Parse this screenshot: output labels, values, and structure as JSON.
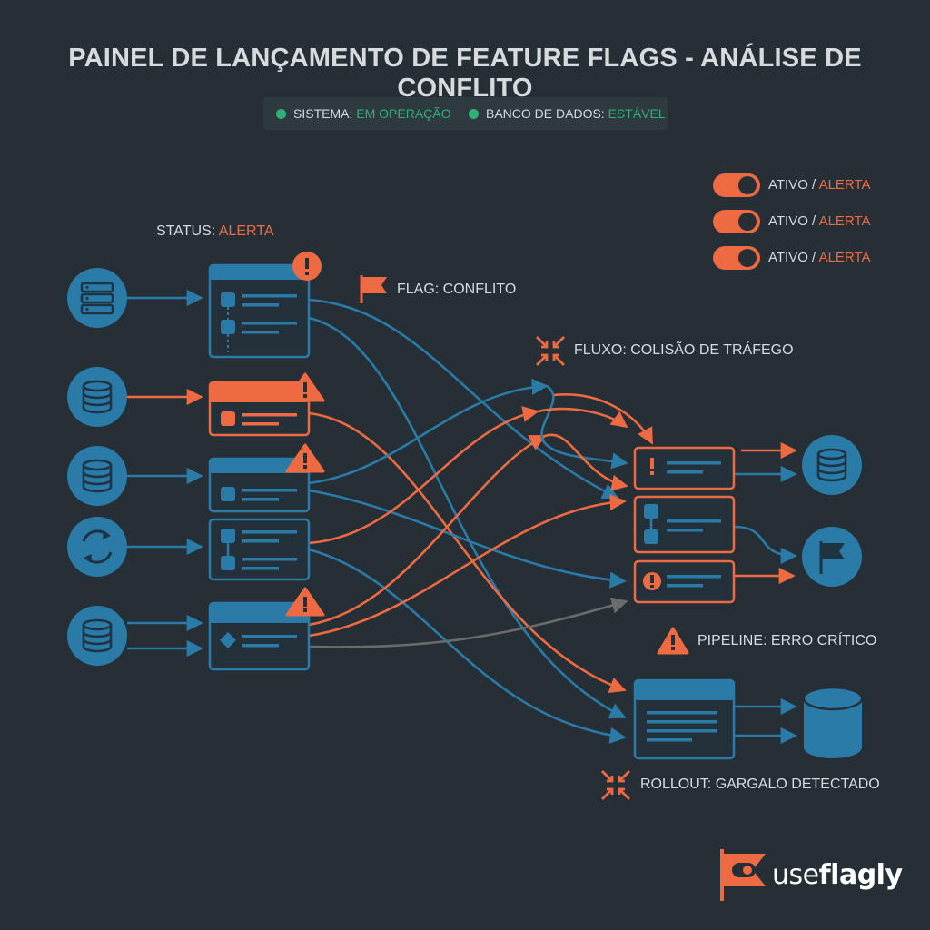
{
  "page": {
    "title": "PAINEL DE LANÇAMENTO DE FEATURE FLAGS - ANÁLISE DE CONFLITO"
  },
  "status_bar": {
    "items": [
      {
        "label": "SISTEMA:",
        "value": "EM OPERAÇÃO"
      },
      {
        "label": "BANCO DE DADOS:",
        "value": "ESTÁVEL"
      }
    ]
  },
  "toggles": [
    {
      "label": "ATIVO /",
      "value": "ALERTA"
    },
    {
      "label": "ATIVO /",
      "value": "ALERTA"
    },
    {
      "label": "ATIVO /",
      "value": "ALERTA"
    }
  ],
  "annotations": {
    "status": {
      "label": "STATUS:",
      "value": "ALERTA"
    },
    "flag": "FLAG: CONFLITO",
    "flow": "FLUXO: COLISÃO DE TRÁFEGO",
    "pipeline": "PIPELINE: ERRO CRÍTICO",
    "rollout": "ROLLOUT: GARGALO DETECTADO"
  },
  "logo": {
    "prefix": "use",
    "name": "flagly"
  },
  "colors": {
    "background": "#262f36",
    "blue": "#2b7ba8",
    "orange": "#ee6a43",
    "gray": "#6b6b6b",
    "green": "#2fb079"
  },
  "icons": {
    "sources": [
      "server-icon",
      "database-icon",
      "database-icon",
      "sync-icon",
      "database-icon"
    ],
    "targets": [
      "database-icon",
      "flag-icon",
      "database-cylinder-icon"
    ]
  }
}
